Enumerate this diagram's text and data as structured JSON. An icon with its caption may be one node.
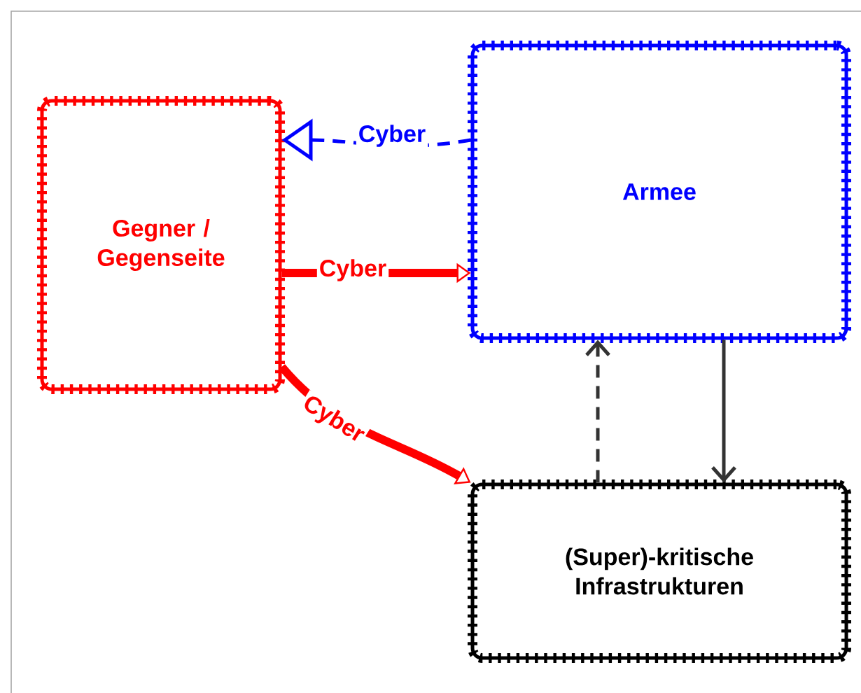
{
  "diagram": {
    "nodes": [
      {
        "text": [
          "Gegner / Gegenseite"
        ]
      },
      {
        "text": [
          "Armee"
        ]
      },
      {
        "text": [
          "(Super)-kritische Infrastrukturen"
        ]
      }
    ],
    "edges": [
      {
        "from": 1,
        "to": 0,
        "arrow": "to",
        "label": "Cyber",
        "style": "dashed",
        "color": "#0000ff"
      },
      {
        "from": 0,
        "to": 1,
        "arrow": "to",
        "label": "Cyber",
        "style": "thick",
        "color": "#ff0000"
      },
      {
        "from": 0,
        "to": 2,
        "arrow": "to",
        "label": "Cyber",
        "style": "thick",
        "color": "#ff0000"
      },
      {
        "from": 2,
        "to": 1,
        "arrow": "to",
        "style": "dashed",
        "color": "#333333"
      },
      {
        "from": 1,
        "to": 2,
        "arrow": "to",
        "color": "#333333"
      }
    ]
  }
}
